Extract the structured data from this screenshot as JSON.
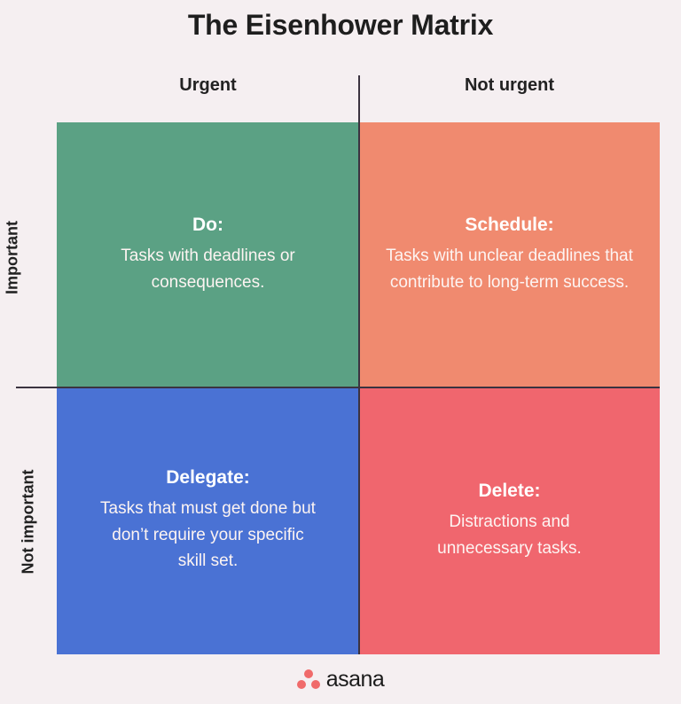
{
  "title": "The Eisenhower Matrix",
  "axes": {
    "columns": [
      {
        "id": "urgent",
        "label": "Urgent"
      },
      {
        "id": "not-urgent",
        "label": "Not urgent"
      }
    ],
    "rows": [
      {
        "id": "important",
        "label": "Important"
      },
      {
        "id": "not-important",
        "label": "Not important"
      }
    ]
  },
  "quadrants": {
    "do": {
      "heading": "Do:",
      "body": "Tasks with deadlines or consequences.",
      "color": "#5ba184"
    },
    "schedule": {
      "heading": "Schedule:",
      "body": "Tasks with unclear deadlines that contribute to long-term success.",
      "color": "#f08a6f"
    },
    "delegate": {
      "heading": "Delegate:",
      "body": "Tasks that must get done but don’t require your specific skill set.",
      "color": "#4a72d4"
    },
    "delete": {
      "heading": "Delete:",
      "body": "Distractions and unnecessary tasks.",
      "color": "#f0666e"
    }
  },
  "footer": {
    "brand": "asana",
    "logo_icon": "asana-dots-icon",
    "logo_color": "#f06a6a"
  },
  "theme": {
    "background": "#f5eff1",
    "axis_line": "#3b3340",
    "text_dark": "#1e1e1e",
    "text_light": "#ffffff"
  }
}
